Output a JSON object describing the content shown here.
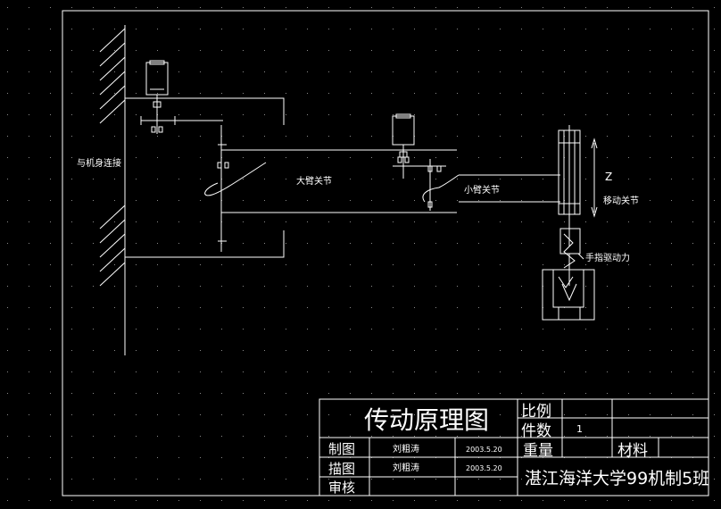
{
  "labels": {
    "body_connect": "与机身连接",
    "big_arm_joint": "大臂关节",
    "small_arm_joint": "小臂关节",
    "z_axis": "Z",
    "move_joint": "移动关节",
    "finger_drive": "手指驱动力"
  },
  "title_block": {
    "drawing_title": "传动原理图",
    "scale_label": "比例",
    "count_label": "件数",
    "count_value": "1",
    "weight_label": "重量",
    "material_label": "材料",
    "drawn_label": "制图",
    "drawn_name": "刘粗涛",
    "drawn_date": "2003.5.20",
    "traced_label": "描图",
    "traced_name": "刘粗涛",
    "traced_date": "2003.5.20",
    "review_label": "审核",
    "school": "湛江海洋大学99机制5班"
  },
  "colors": {
    "background": "#000000",
    "line": "#ffffff",
    "grid_dot": "#8a8a8a"
  }
}
